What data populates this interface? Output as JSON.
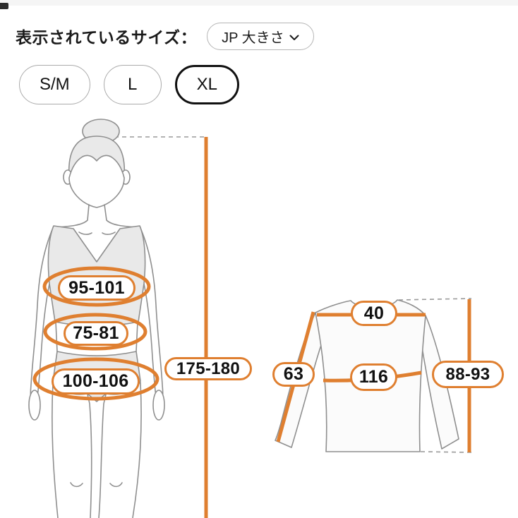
{
  "header": {
    "label": "表示されているサイズ：",
    "unit_button": {
      "label": "JP 大きさ",
      "icon": "chevron-down-icon"
    }
  },
  "size_selector": {
    "options": [
      {
        "label": "S/M",
        "selected": false
      },
      {
        "label": "L",
        "selected": false
      },
      {
        "label": "XL",
        "selected": true
      }
    ]
  },
  "body_diagram": {
    "bust": "95-101",
    "waist": "75-81",
    "hips": "100-106",
    "height": "175-180"
  },
  "garment_diagram": {
    "shoulder_width": "40",
    "sleeve_length": "63",
    "chest": "116",
    "length": "88-93"
  },
  "colors": {
    "accent_orange": "#DF7F30",
    "outline_gray": "#8F8F8F",
    "selected_border": "#111111",
    "pill_border_gray": "#ABABAB"
  }
}
